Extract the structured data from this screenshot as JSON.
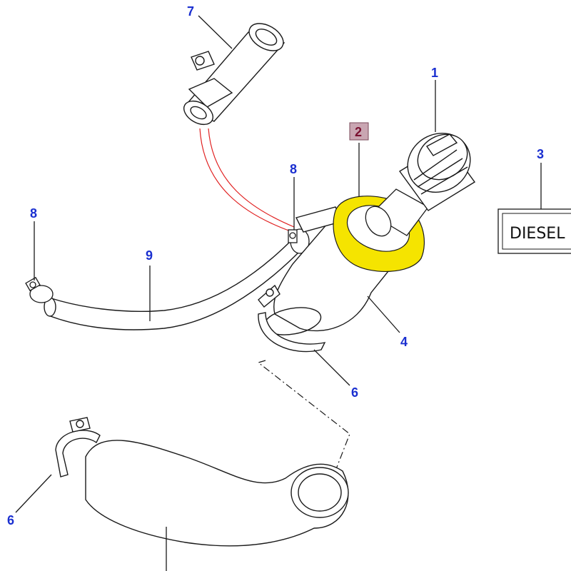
{
  "colors": {
    "callout": "#1a2fd0",
    "highlight": "#f5e400",
    "highlight_callout_bg": "#c9a6b2",
    "highlight_callout_text": "#7a1030",
    "breather_pipe": "#e02020",
    "line": "#1a1a1a"
  },
  "callouts": {
    "c1": "1",
    "c2": "2",
    "c3": "3",
    "c4": "4",
    "c6a": "6",
    "c6b": "6",
    "c7": "7",
    "c8a": "8",
    "c8b": "8",
    "c9": "9"
  },
  "decal": {
    "text": "DIESEL"
  },
  "parts": [
    {
      "id": "1",
      "icon": "fuel-filler-cap-icon"
    },
    {
      "id": "2",
      "icon": "seal-ring-icon",
      "highlighted": true
    },
    {
      "id": "3",
      "icon": "diesel-label-icon"
    },
    {
      "id": "4",
      "icon": "filler-neck-tube-icon"
    },
    {
      "id": "6",
      "icon": "hose-clip-icon"
    },
    {
      "id": "7",
      "icon": "breather-connector-icon"
    },
    {
      "id": "8",
      "icon": "small-hose-clip-icon"
    },
    {
      "id": "9",
      "icon": "breather-hose-icon"
    }
  ]
}
